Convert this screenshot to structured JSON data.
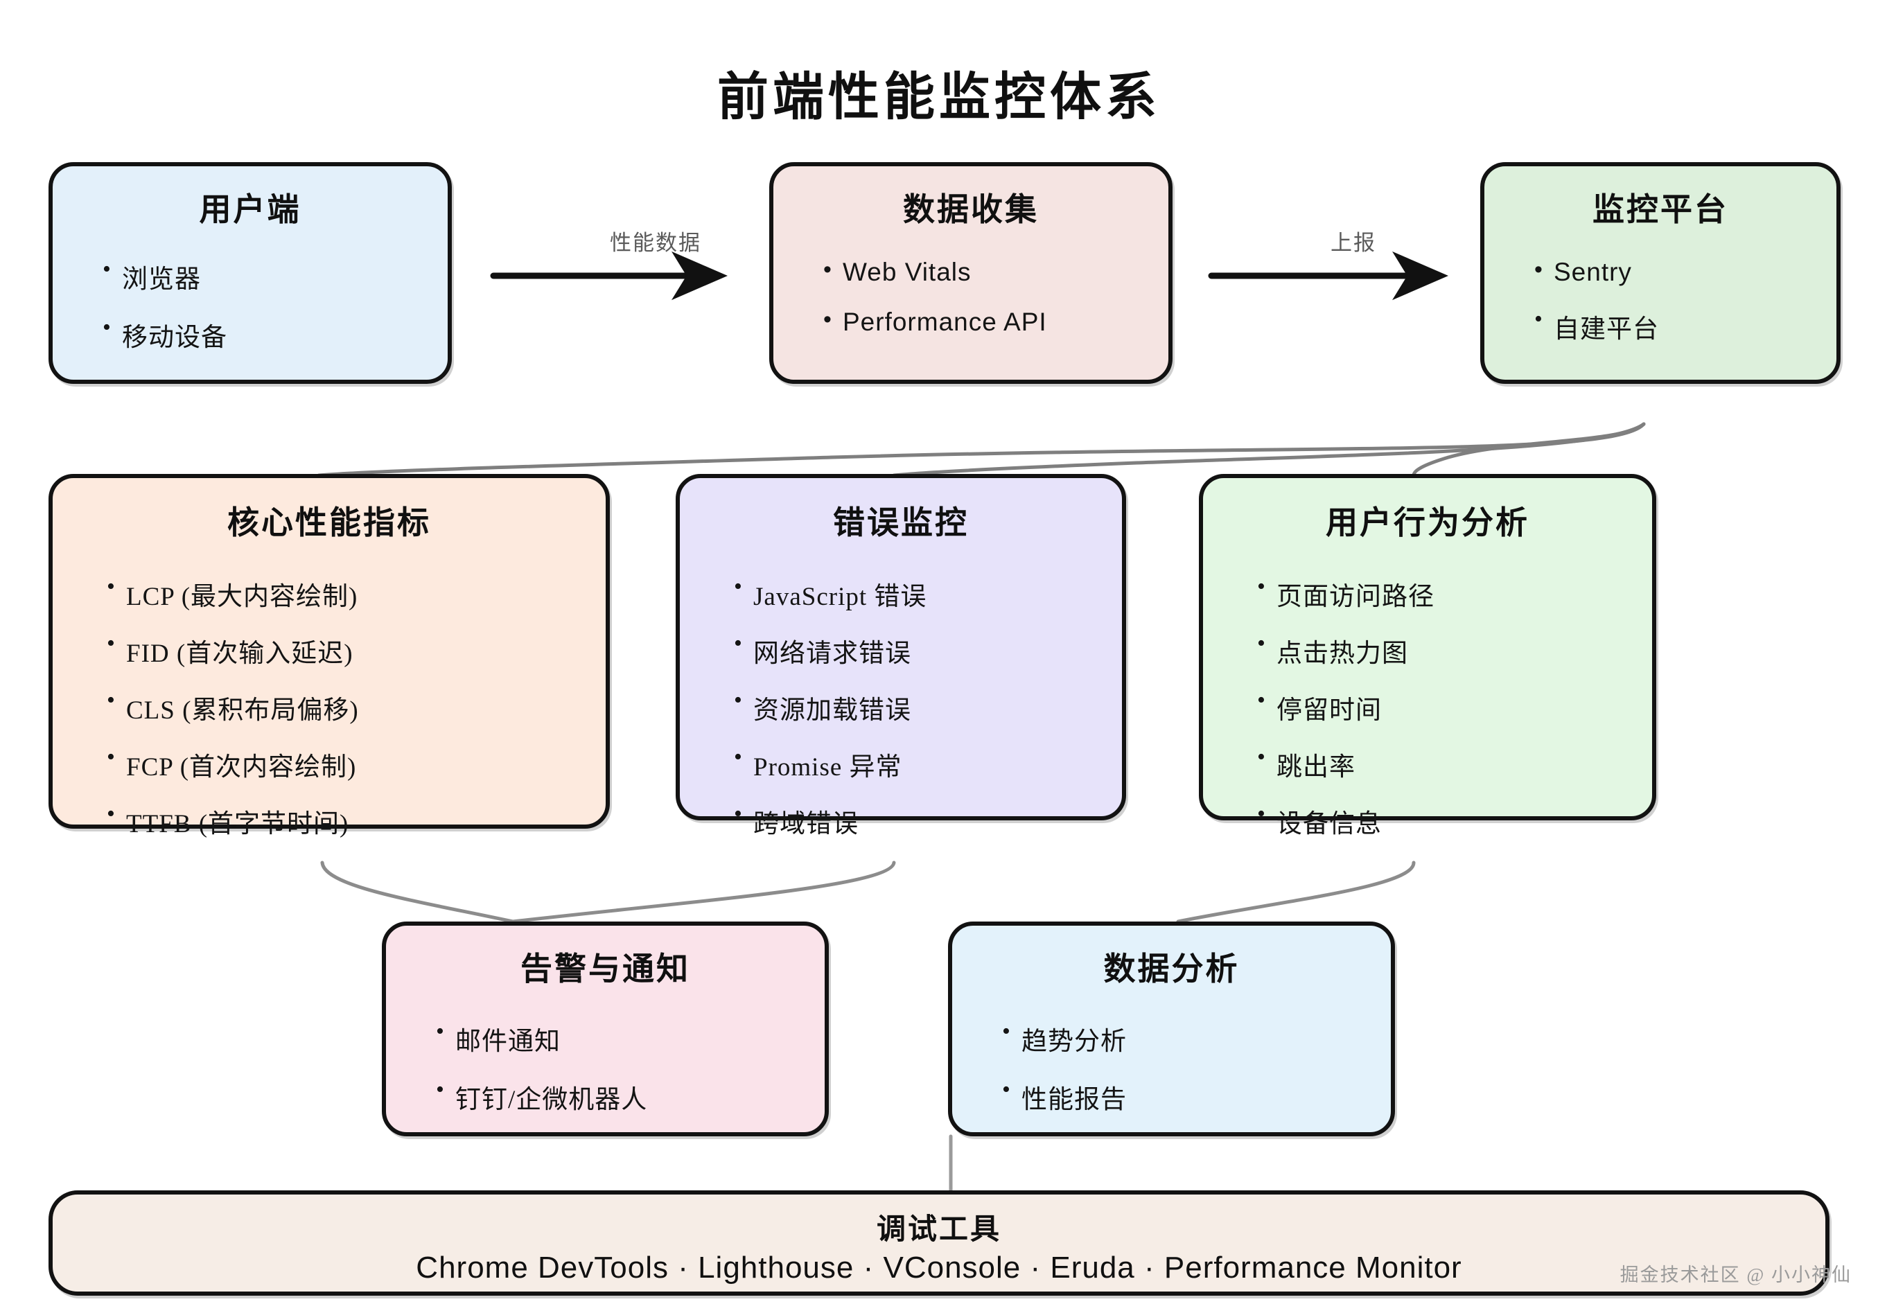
{
  "title": "前端性能监控体系",
  "watermark": "掘金技术社区 @ 小小神仙",
  "colors": {
    "stroke": "#121212",
    "connector": "#7f7f7f",
    "client_fill": "#e3f0fa",
    "collect_fill": "#f5e4e2",
    "platform_fill": "#ddf0dc",
    "metrics_fill": "#fdeade",
    "errors_fill": "#e7e3fa",
    "behavior_fill": "#e3f7e3",
    "alerts_fill": "#fae3ea",
    "analysis_fill": "#e3f2fb",
    "devtools_fill": "#f6ede6",
    "label_text": "#5a5a5a",
    "watermark_text": "#9a9a9a"
  },
  "nodes": {
    "client": {
      "title": "用户端",
      "items": [
        "浏览器",
        "移动设备"
      ]
    },
    "collect": {
      "title": "数据收集",
      "items": [
        "Web Vitals",
        "Performance API"
      ]
    },
    "platform": {
      "title": "监控平台",
      "items": [
        "Sentry",
        "自建平台"
      ]
    },
    "metrics": {
      "title": "核心性能指标",
      "items": [
        "LCP (最大内容绘制)",
        "FID (首次输入延迟)",
        "CLS (累积布局偏移)",
        "FCP (首次内容绘制)",
        "TTFB (首字节时间)"
      ]
    },
    "errors": {
      "title": "错误监控",
      "items": [
        "JavaScript 错误",
        "网络请求错误",
        "资源加载错误",
        "Promise 异常",
        "跨域错误"
      ]
    },
    "behavior": {
      "title": "用户行为分析",
      "items": [
        "页面访问路径",
        "点击热力图",
        "停留时间",
        "跳出率",
        "设备信息"
      ]
    },
    "alerts": {
      "title": "告警与通知",
      "items": [
        "邮件通知",
        "钉钉/企微机器人"
      ]
    },
    "analysis": {
      "title": "数据分析",
      "items": [
        "趋势分析",
        "性能报告"
      ]
    },
    "devtools": {
      "title": "调试工具",
      "tools_line": "Chrome DevTools · Lighthouse · VConsole · Eruda · Performance Monitor"
    }
  },
  "edges": {
    "client_to_collect_label": "性能数据",
    "collect_to_platform_label": "上报"
  }
}
